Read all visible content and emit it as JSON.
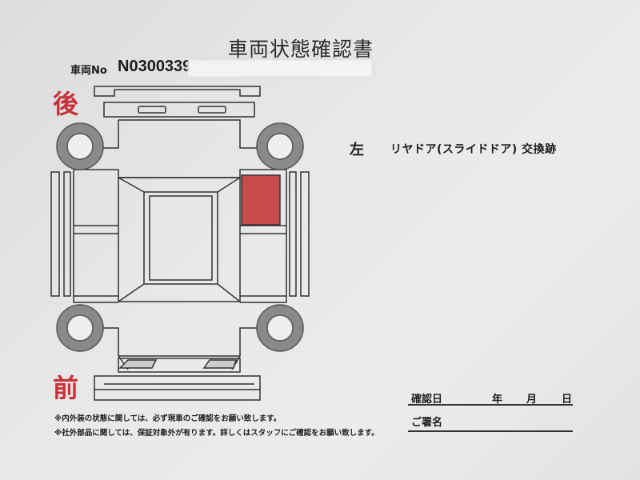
{
  "title": "車両状態確認書",
  "vehicle": {
    "number_label": "車両No",
    "number": "N0300339"
  },
  "diagram": {
    "rear_label": "後",
    "front_label": "前",
    "damage_color": "#c84a4a"
  },
  "remark": {
    "side": "左",
    "description": "リヤドア(スライドドア) 交換跡"
  },
  "footnotes": [
    "※内外装の状態に関しては、必ず現車のご確認をお願い致します。",
    "※社外部品に関しては、保証対象外が有ります。詳しくはスタッフにご確認をお願い致します。"
  ],
  "confirmation": {
    "date_label": "確認日",
    "year": "年",
    "month": "月",
    "day": "日",
    "signature_label": "ご署名"
  }
}
